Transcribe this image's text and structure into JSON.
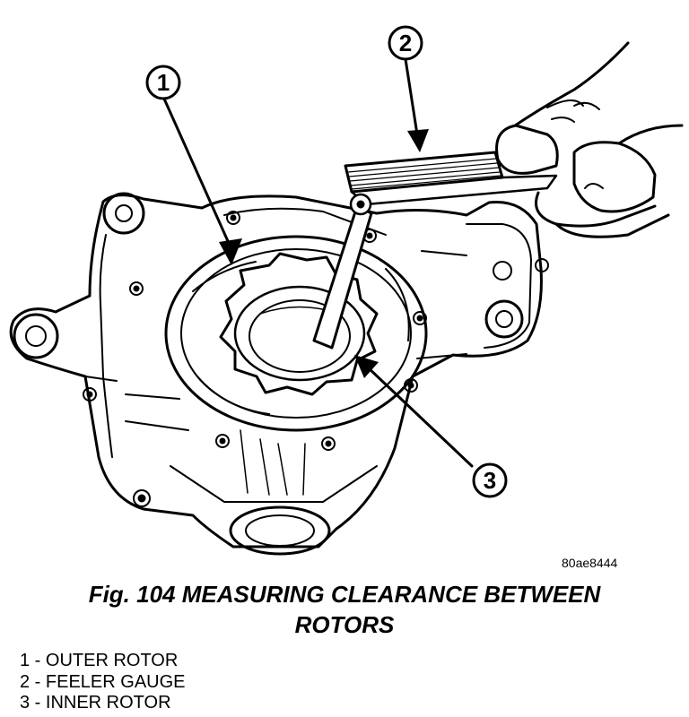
{
  "figure": {
    "callouts": [
      "1",
      "2",
      "3"
    ],
    "code": "80ae8444"
  },
  "caption": {
    "line1": "Fig. 104 MEASURING CLEARANCE BETWEEN",
    "line2": "ROTORS"
  },
  "legend": [
    "1 - OUTER ROTOR",
    "2 - FEELER GAUGE",
    "3 - INNER ROTOR"
  ]
}
